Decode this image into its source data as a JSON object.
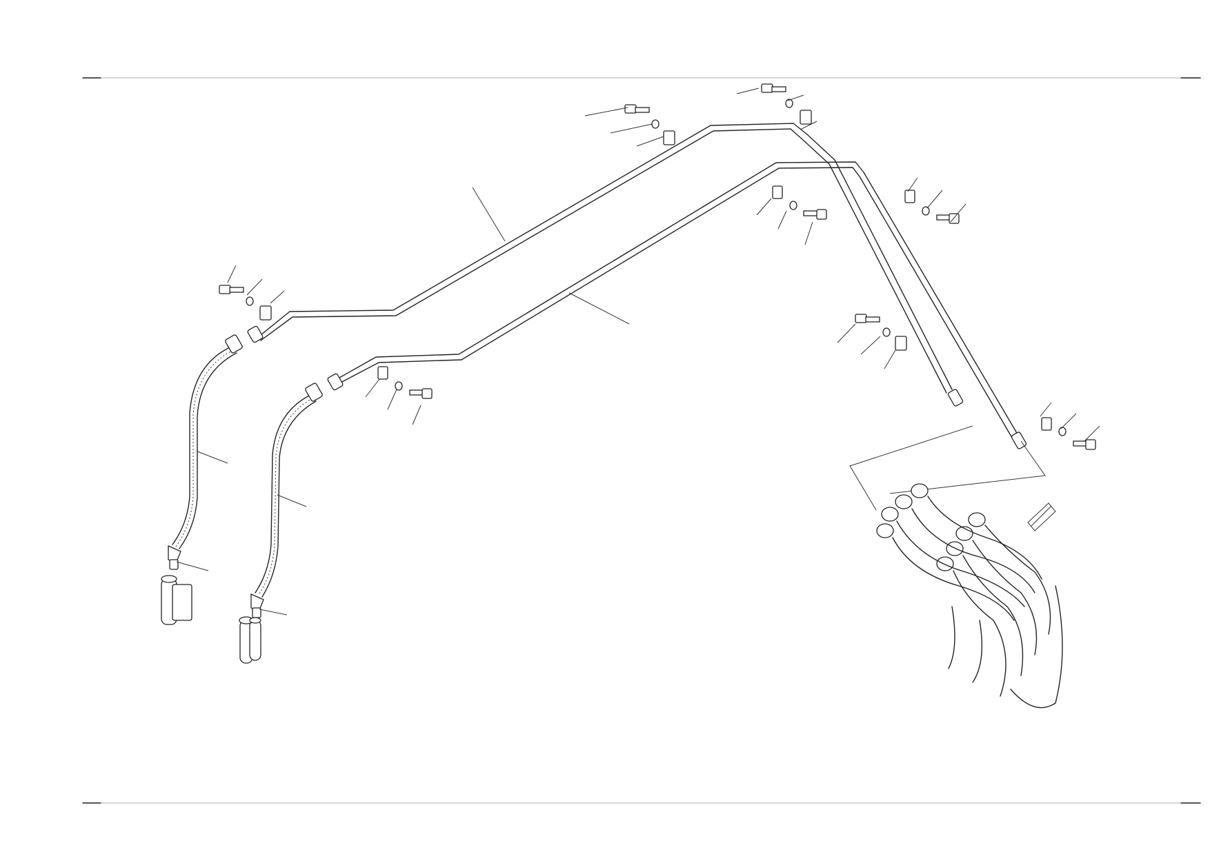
{
  "diagram": {
    "kind": "exploded-parts-illustration",
    "labels": [],
    "parts": [
      "frame-line",
      "rigid-pipe",
      "flexible-hose",
      "elbow-fitting",
      "valve-block",
      "pipe-clamp",
      "bolt",
      "washer",
      "hose-bundle",
      "leader-line"
    ],
    "colors": {
      "line": "#222222",
      "frame": "#bdbdbd",
      "background": "#ffffff"
    }
  }
}
